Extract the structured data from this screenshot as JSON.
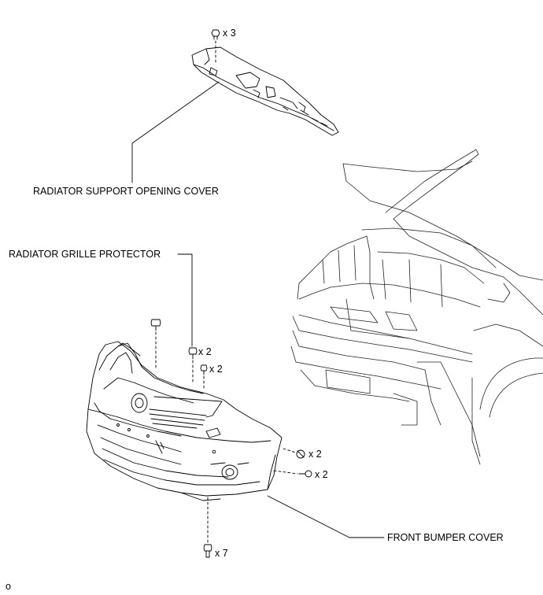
{
  "labels": {
    "radiator_support_opening_cover": "RADIATOR SUPPORT OPENING COVER",
    "radiator_grille_protector": "RADIATOR GRILLE PROTECTOR",
    "front_bumper_cover": "FRONT BUMPER COVER"
  },
  "quantities": {
    "top_clips": "x 3",
    "grille_clip_a": "x 2",
    "grille_clip_b": "x 2",
    "side_bolts": "x 2",
    "side_screws": "x 2",
    "bottom_screws": "x 7"
  },
  "corner_mark": "o",
  "icons": {
    "clip": "push-clip-icon",
    "screw": "screw-icon",
    "bolt": "bolt-icon"
  }
}
